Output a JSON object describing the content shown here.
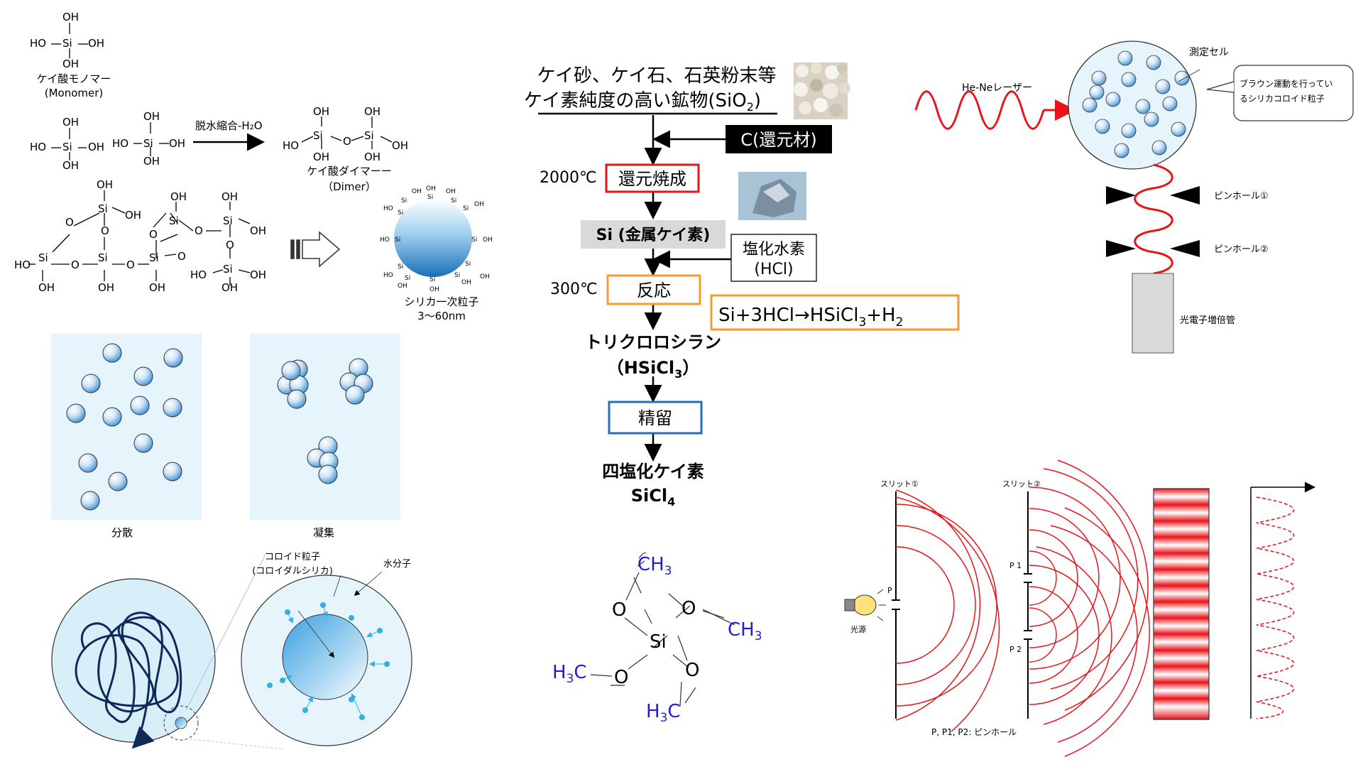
{
  "silicic": {
    "monomer_name": "ケイ酸モノマー",
    "monomer_en": "(Monomer)",
    "reaction_label": "脱水縮合-H₂O",
    "dimer_name": "ケイ酸ダイマーー",
    "dimer_en": "（Dimer）",
    "particle_name": "シリカ一次粒子",
    "particle_size": "3～60nm",
    "si": "Si",
    "oh": "OH",
    "ho": "HO",
    "o": "O"
  },
  "dispersion": {
    "dispersed_label": "分散",
    "aggregated_label": "凝集"
  },
  "colloid": {
    "particle_label_1": "コロイド粒子",
    "particle_label_2": "(コロイダルシリカ)",
    "water_label": "水分子"
  },
  "process": {
    "raw_line1": "ケイ砂、ケイ石、石英粉末等",
    "raw_line2a": "ケイ素純度の高い鉱物(SiO",
    "raw_line2_sub": "2",
    "raw_line2b": ")",
    "reductant": "C(還元材)",
    "temp1": "2000℃",
    "step1": "還元焼成",
    "metal_si": "Si (金属ケイ素)",
    "hcl_1": "塩化水素",
    "hcl_2": "(HCl)",
    "temp2": "300℃",
    "step2": "反応",
    "eq_a": "Si+3HCl→HSiCl",
    "eq_sub1": "3",
    "eq_b": "+H",
    "eq_sub2": "2",
    "tcs_1": "トリクロロシラン",
    "tcs_2a": "（HSiCl",
    "tcs_2_sub": "3",
    "tcs_2b": "）",
    "step3": "精留",
    "product_1": "四塩化ケイ素",
    "product_2a": "SiCl",
    "product_2_sub": "4"
  },
  "tmos": {
    "ch3": "CH",
    "h3c": "H",
    "sub3": "3",
    "c": "C",
    "o": "O",
    "si": "Si"
  },
  "dls": {
    "laser_label": "He-Neレーザー",
    "cell_label": "測定セル",
    "callout_1": "ブラウン運動を行ってい",
    "callout_2": "るシリカコロイド粒子",
    "pinhole_1": "ピンホール①",
    "pinhole_2": "ピンホール②",
    "pmt": "光電子増倍管"
  },
  "slit": {
    "slit1": "スリット①",
    "slit2": "スリット②",
    "light_source": "光源",
    "p": "P",
    "p1": "P 1",
    "p2": "P 2",
    "caption": "P, P1, P2: ピンホール"
  },
  "colors": {
    "red": "#e8141a",
    "blue_text": "#1f1fd0",
    "orange": "#f39c34",
    "blue_box": "#2a6db5",
    "light_blue_bg": "#e6f4fb",
    "navy": "#0e2a5a"
  }
}
